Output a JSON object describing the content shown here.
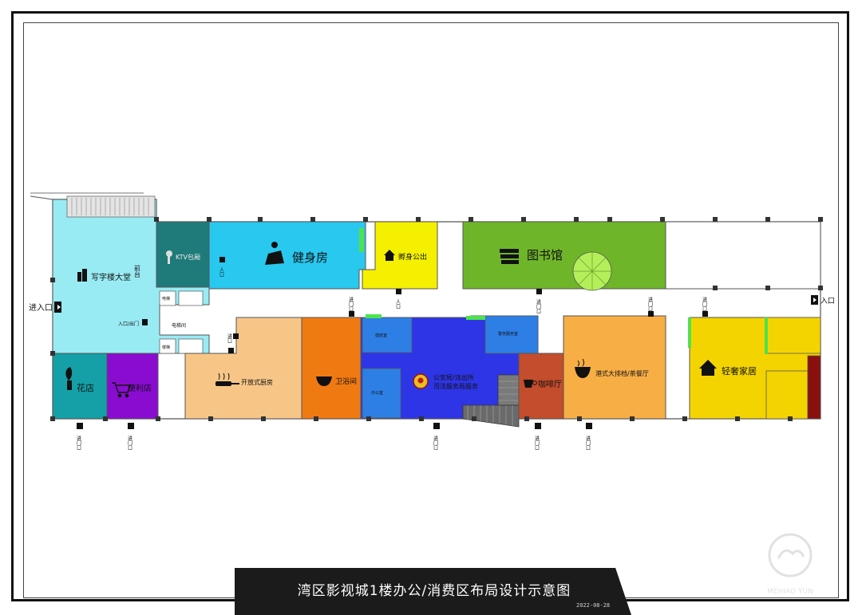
{
  "title": "湾区影视城1楼办公/消费区布局设计示意图",
  "date": "2022-08-28",
  "watermark": "MEIHAO YUN",
  "rooms": {
    "office_lobby": "写字楼大堂",
    "front_desk": "前台",
    "ktv": "KTV包厢",
    "gym": "健身房",
    "shared_office": "孵身公出",
    "library": "图书馆",
    "flower_shop": "花店",
    "convenience": "便利店",
    "open_kitchen": "开放式厨房",
    "bathroom": "卫浴间",
    "police": "公安局/派出所",
    "police_line2": "司法服务局服务",
    "coffee": "咖啡厅",
    "hk_restaurant": "港式大排档/茶餐厅",
    "home": "轻奢家居",
    "entry_exit": "入口/出门",
    "elevator": "电梯间",
    "small_room1": "电梯",
    "small_room2": "楼梯",
    "police_sub1": "值班室",
    "police_sub2": "办公室",
    "police_sub3": "警务服务室"
  },
  "entrances": {
    "left": "进入口",
    "right": "入口",
    "door": "进门口",
    "door_alt": "人口",
    "door_short": "进口"
  },
  "colors": {
    "lobby": "#99ebf3",
    "ktv": "#1f7a7a",
    "gym": "#29c8ef",
    "shared": "#f5f000",
    "library": "#6fb52a",
    "flower": "#14a0a6",
    "convenience": "#8a0cd1",
    "kitchen": "#f7c687",
    "bath": "#f07a12",
    "police": "#2e35e6",
    "police_sub": "#2d7fe6",
    "coffee": "#c44d2d",
    "hk": "#f7ae45",
    "home": "#f4d400",
    "home_dark": "#8a1010",
    "accent_green": "#4ee24e"
  }
}
